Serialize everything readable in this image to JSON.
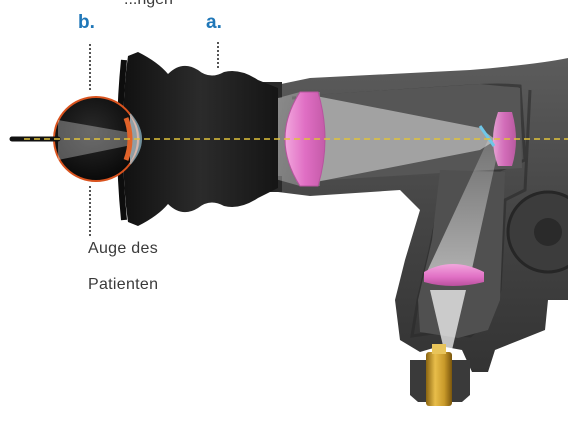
{
  "labels": {
    "top_fragment": "...ngen",
    "b": "b.",
    "a": "a.",
    "eye_line1": "Auge des",
    "eye_line2": "Patienten"
  },
  "colors": {
    "label_accent": "#1f77b8",
    "text": "#3a3a3a",
    "housing": "#4a4a4a",
    "housing_dark": "#2e2e2e",
    "eyecup": "#1e1e1e",
    "lens": "#e27ac8",
    "lamp": "#c99a2a",
    "optical_axis": "#e0c23a",
    "iris": "#d9531e"
  },
  "icons": {
    "eye": "eye-cross-section",
    "eyecup": "rubber-eyecup",
    "instrument": "ophthalmoscope-cutaway"
  }
}
